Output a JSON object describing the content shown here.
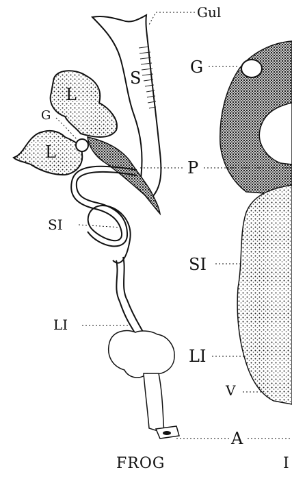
{
  "labels": {
    "gul": "Gul",
    "s": "S",
    "l_top": "L",
    "g_left": "G",
    "l_bottom": "L",
    "si_left": "SI",
    "li_left": "LI",
    "g_right": "G",
    "p": "P",
    "si_right": "SI",
    "li_right": "LI",
    "v": "V",
    "a": "A"
  },
  "captions": {
    "frog": "FROG",
    "right_partial": "I"
  },
  "colors": {
    "ink": "#111111",
    "paper": "#ffffff",
    "stipple": "#333333"
  }
}
